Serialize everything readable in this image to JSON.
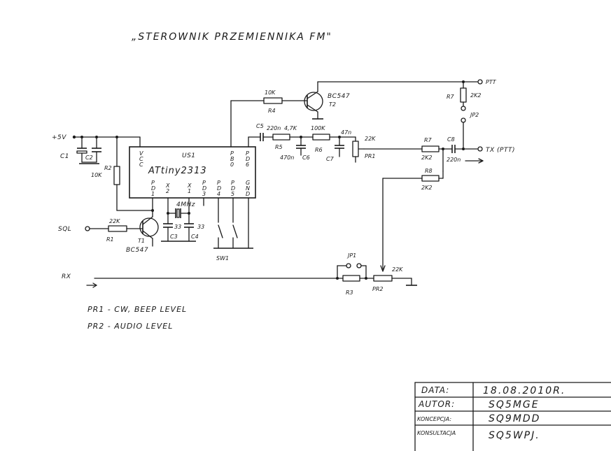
{
  "title": "„STEROWNIK PRZEMIENNIKA FM\"",
  "ic": {
    "ref": "US1",
    "name": "ATtiny2313",
    "pins_top": [
      "V\nC\nC",
      "P\nB\n0",
      "P\nD\n6"
    ],
    "pins_bottom": [
      "P\nD\n1",
      "X\n2",
      "X\n1",
      "P\nD\n3",
      "P\nD\n4",
      "P\nD\n5",
      "G\nN\nD"
    ]
  },
  "supply": "+5V",
  "components": {
    "C1": "C1",
    "C2": "C2",
    "R2": "R2",
    "R2_value": "10K",
    "T1": "T1",
    "T1_type": "BC547",
    "T2": "T2",
    "T2_type": "BC547",
    "R4": "R4",
    "R4_value": "10K",
    "R1": "R1",
    "R1_value": "22K",
    "C3": "C3",
    "C3_value": "33",
    "C4": "C4",
    "C4_value": "33",
    "crystal": "4MHz",
    "SW1": "SW1",
    "C5": "C5",
    "C5_value": "220n",
    "R5": "R5",
    "R5_value": "4,7K",
    "C6": "C6",
    "C6_value": "470n",
    "R6": "R6",
    "R6_value": "100K",
    "C7": "C7",
    "C7_value": "47n",
    "PR1": "PR1",
    "PR1_value": "22K",
    "R7": "R7",
    "R7_value": "2K2",
    "C8": "C8",
    "C8_value": "220n",
    "R8": "R8",
    "R8_value": "2K2",
    "R7b": "R7",
    "R7b_value": "2K2",
    "JP2": "JP2",
    "JP1": "JP1",
    "R3": "R3",
    "PR2": "PR2",
    "PR2_value": "22K"
  },
  "signals": {
    "ptt": "PTT",
    "tx": "TX (PTT)",
    "sql": "SQL",
    "rx": "RX"
  },
  "notes": [
    "PR1 - CW, BEEP LEVEL",
    "PR2 - AUDIO LEVEL"
  ],
  "table": [
    {
      "key": "DATA:",
      "value": "18.08.2010R."
    },
    {
      "key": "AUTOR:",
      "value": "SQ5MGE"
    },
    {
      "key": "KONCEPCJA:",
      "value": "SQ9MDD"
    },
    {
      "key": "KONSULTACJA",
      "value": "SQ5WPJ."
    }
  ]
}
